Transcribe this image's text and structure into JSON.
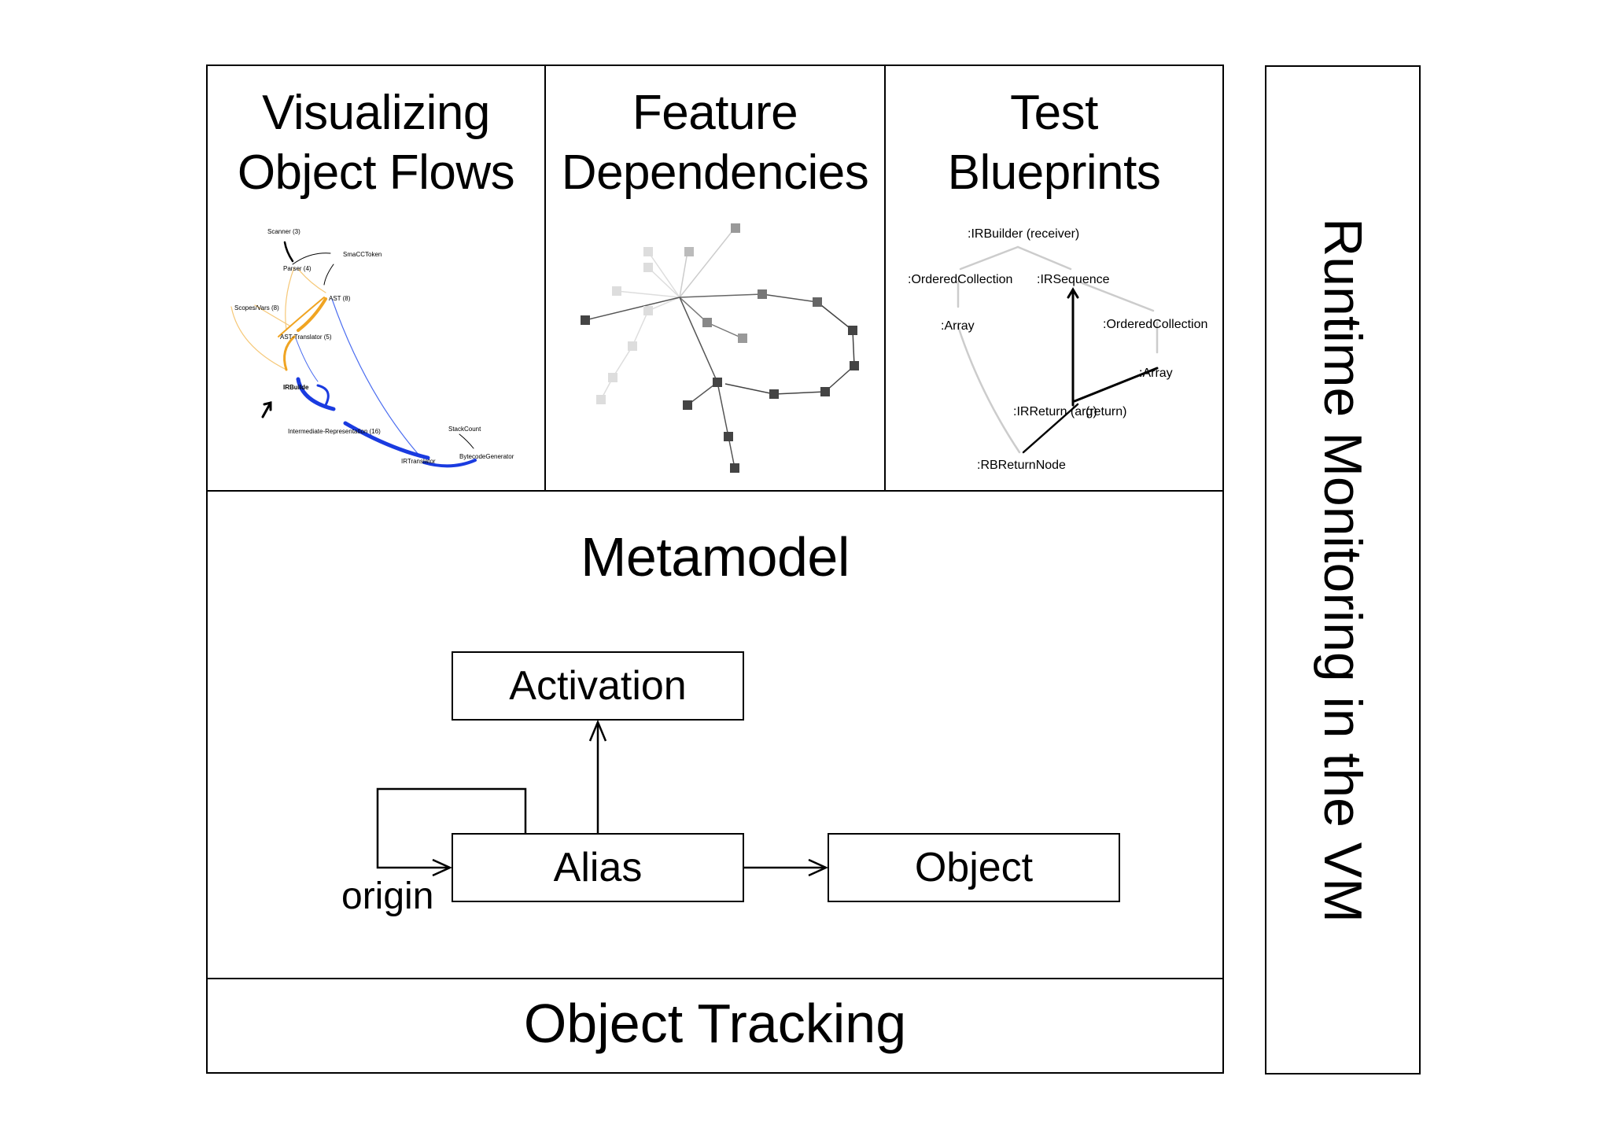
{
  "panels": {
    "object_flows": {
      "title_line1": "Visualizing",
      "title_line2": "Object Flows",
      "labels": [
        "Scanner (3)",
        "SmaCCToken",
        "Parser (4)",
        "AST (8)",
        "Scopes/Vars (8)",
        "AST-Translator (5)",
        "IRBuilde",
        "Intermediate-Representation (16)",
        "StackCount",
        "IRTranslator",
        "BytecodeGenerator"
      ],
      "colors": {
        "orange": "#f0a422",
        "blue": "#1a3be0",
        "light_orange": "#f6c878",
        "thin_blue": "#4a6cf0"
      }
    },
    "feature_dependencies": {
      "title_line1": "Feature",
      "title_line2": "Dependencies"
    },
    "test_blueprints": {
      "title_line1": "Test",
      "title_line2": "Blueprints",
      "labels": [
        ":IRBuilder (receiver)",
        ":OrderedCollection",
        ":IRSequence",
        ":Array",
        ":OrderedCollection",
        ":Array",
        ":IRReturn (arg)",
        "(return)",
        ":RBReturnNode"
      ]
    }
  },
  "metamodel": {
    "title": "Metamodel",
    "classes": {
      "activation": "Activation",
      "alias": "Alias",
      "object": "Object"
    },
    "self_association_label": "origin"
  },
  "bottom": {
    "label": "Object Tracking"
  },
  "side": {
    "label": "Runtime Monitoring in the VM"
  }
}
